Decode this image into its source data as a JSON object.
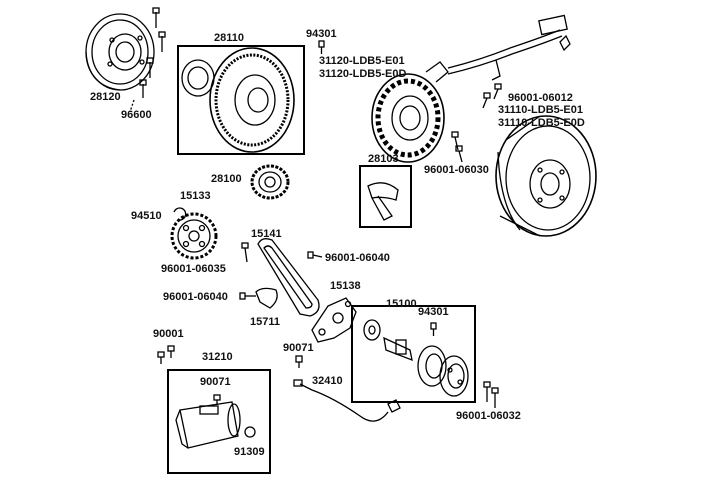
{
  "labels": {
    "p28120": "28120",
    "p96600": "96600",
    "p28110": "28110",
    "p94301a": "94301",
    "p31120a": "31120-LDB5-E01",
    "p31120b": "31120-LDB5-E0D",
    "p96001_06012": "96001-06012",
    "p31110a": "31110-LDB5-E01",
    "p31110b": "31110-LDB5-E0D",
    "p28103": "28103",
    "p96001_06030": "96001-06030",
    "p28100": "28100",
    "p15133": "15133",
    "p94510": "94510",
    "p15141": "15141",
    "p96001_06040a": "96001-06040",
    "p96001_06035": "96001-06035",
    "p96001_06040b": "96001-06040",
    "p15138": "15138",
    "p15711": "15711",
    "p15100": "15100",
    "p94301b": "94301",
    "p90001": "90001",
    "p90071a": "90071",
    "p31210": "31210",
    "p32410": "32410",
    "p90071b": "90071",
    "p91309": "91309",
    "p96001_06032": "96001-06032"
  },
  "colors": {
    "line": "#000000",
    "background": "#ffffff"
  }
}
